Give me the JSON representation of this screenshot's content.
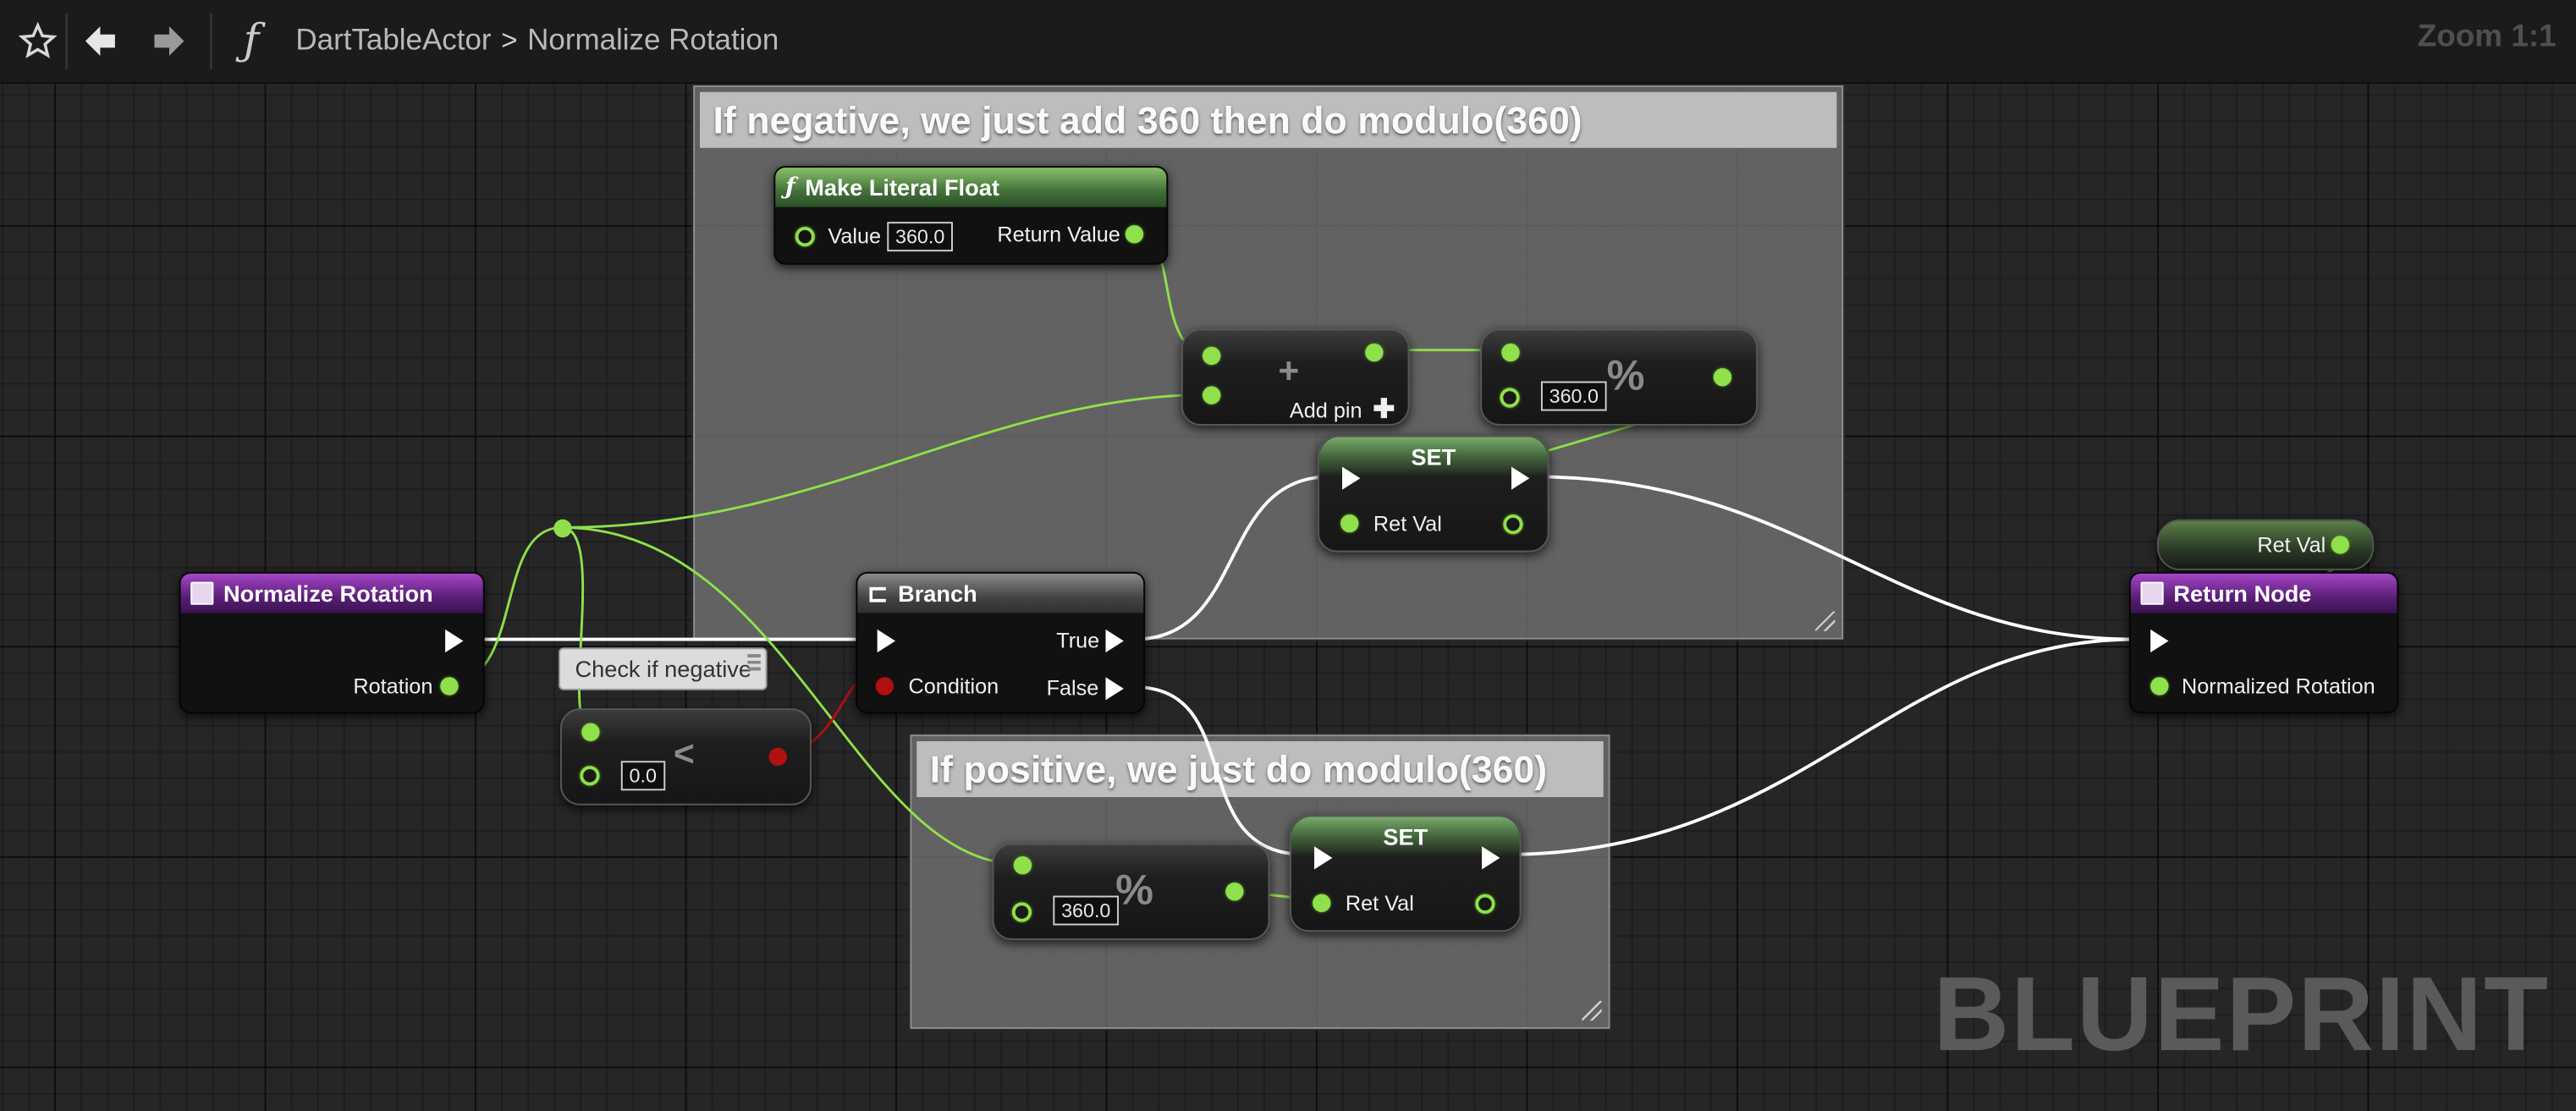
{
  "toolbar": {
    "star_icon": "star-icon",
    "back_icon": "arrow-left-icon",
    "forward_icon": "arrow-right-icon",
    "function_glyph": "ƒ",
    "breadcrumb_parent": "DartTableActor",
    "breadcrumb_sep": ">",
    "breadcrumb_current": "Normalize Rotation",
    "zoom": "Zoom 1:1"
  },
  "watermark": "BLUEPRINT",
  "comments": {
    "negative": "If negative, we just add 360 then do modulo(360)",
    "positive": "If positive, we just do modulo(360)"
  },
  "nodes": {
    "make_literal_float": {
      "title": "Make Literal Float",
      "value_label": "Value",
      "value": "360.0",
      "return_label": "Return Value"
    },
    "add": {
      "op": "+",
      "add_pin": "Add pin",
      "add_icon": "plus-icon"
    },
    "modulo_top": {
      "op": "%",
      "value": "360.0"
    },
    "set_top": {
      "title": "SET",
      "ret_label": "Ret Val"
    },
    "entry": {
      "title": "Normalize Rotation",
      "rotation_label": "Rotation"
    },
    "branch": {
      "title": "Branch",
      "condition_label": "Condition",
      "true_label": "True",
      "false_label": "False"
    },
    "less_than": {
      "op": "<",
      "value": "0.0",
      "tooltip": "Check if negative"
    },
    "modulo_bottom": {
      "op": "%",
      "value": "360.0"
    },
    "set_bottom": {
      "title": "SET",
      "ret_label": "Ret Val"
    },
    "ret_val_getter": {
      "label": "Ret Val"
    },
    "return_node": {
      "title": "Return Node",
      "output_label": "Normalized Rotation"
    }
  },
  "colors": {
    "float_pin": "#8fe04a",
    "bool_pin": "#b01010",
    "exec_wire": "#ffffff",
    "function_header": "#5a1f78",
    "pure_header": "#42703a"
  }
}
